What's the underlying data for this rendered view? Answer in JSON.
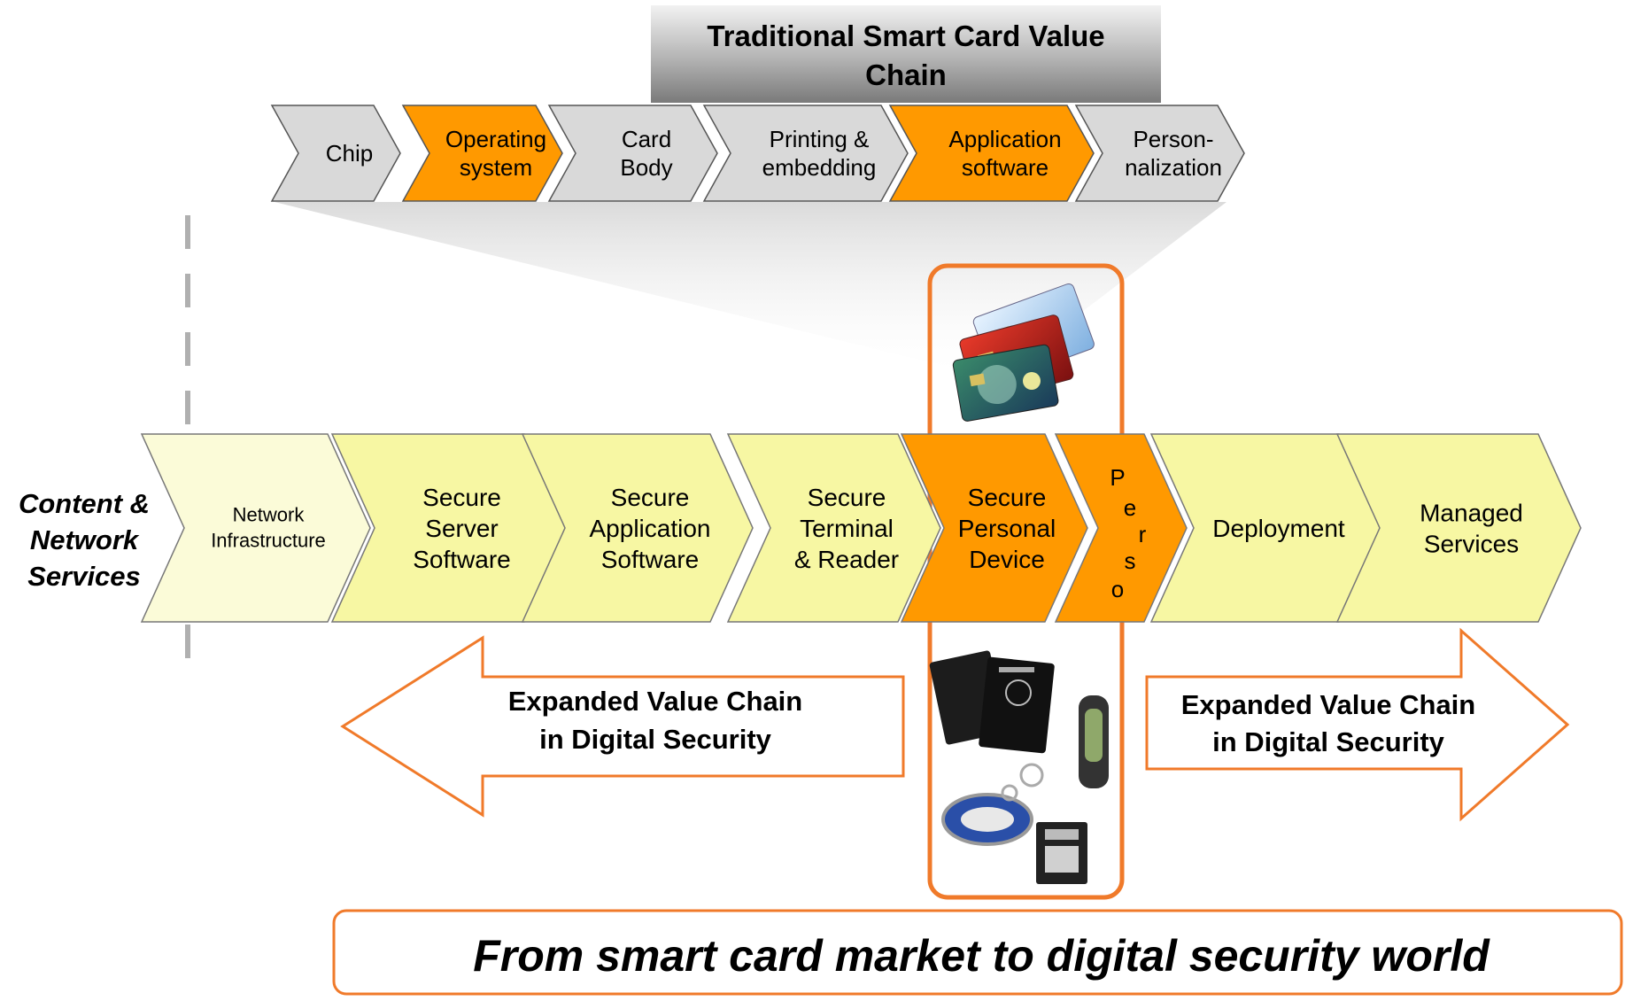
{
  "title_bar": {
    "line1": "Traditional Smart Card Value",
    "line2": "Chain"
  },
  "traditional_chain": [
    {
      "id": "chip",
      "lines": [
        "Chip"
      ],
      "highlight": false
    },
    {
      "id": "operating-system",
      "lines": [
        "Operating",
        "system"
      ],
      "highlight": true
    },
    {
      "id": "card-body",
      "lines": [
        "Card",
        "Body"
      ],
      "highlight": false
    },
    {
      "id": "printing-embedding",
      "lines": [
        "Printing &",
        "embedding"
      ],
      "highlight": false
    },
    {
      "id": "application-software",
      "lines": [
        "Application",
        "software"
      ],
      "highlight": true
    },
    {
      "id": "personalization",
      "lines": [
        "Person-",
        "nalization"
      ],
      "highlight": false
    }
  ],
  "side_label": {
    "lines": [
      "Content &",
      "Network",
      "Services"
    ]
  },
  "expanded_chain": [
    {
      "id": "network-infrastructure",
      "lines": [
        "Network",
        "Infrastructure"
      ]
    },
    {
      "id": "secure-server-software",
      "lines": [
        "Secure",
        "Server",
        "Software"
      ]
    },
    {
      "id": "secure-application-software",
      "lines": [
        "Secure",
        "Application",
        "Software"
      ]
    },
    {
      "id": "secure-terminal-reader",
      "lines": [
        "Secure",
        "Terminal",
        "& Reader"
      ]
    },
    {
      "id": "secure-personal-device",
      "lines": [
        "Secure",
        "Personal",
        "Device"
      ]
    },
    {
      "id": "perso",
      "letters": [
        "P",
        "e",
        "r",
        "s",
        "o"
      ]
    },
    {
      "id": "deployment",
      "lines": [
        "Deployment"
      ]
    },
    {
      "id": "managed-services",
      "lines": [
        "Managed",
        "Services"
      ]
    }
  ],
  "left_arrow": {
    "lines": [
      "Expanded Value Chain",
      "in Digital Security"
    ]
  },
  "right_arrow": {
    "lines": [
      "Expanded Value Chain",
      "in Digital Security"
    ]
  },
  "footer": {
    "text": "From smart card market to digital security world"
  },
  "colors": {
    "orange": "#ff9900",
    "orange_border": "#f07a2a",
    "gray_chevron": "#d9d9d9",
    "yellow_chevron": "#f7f7a3",
    "pale_yellow": "#fbfbd8"
  }
}
